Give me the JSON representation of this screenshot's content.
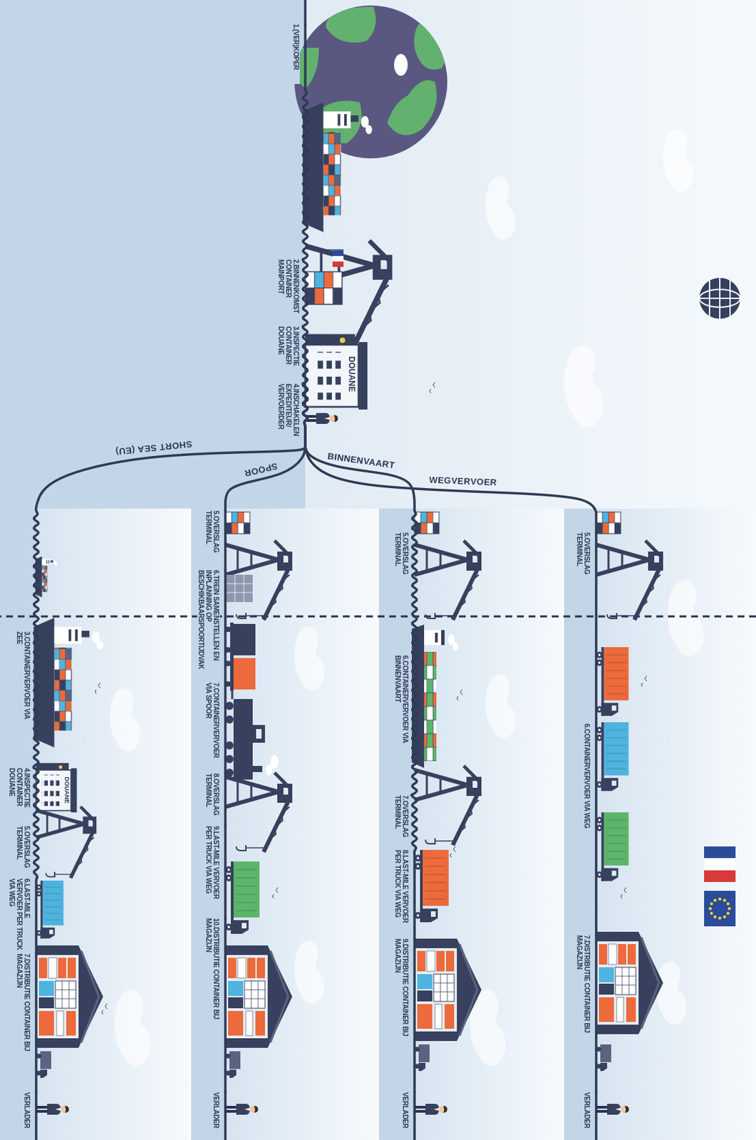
{
  "diagram": {
    "nodes": [
      {
        "text": [
          "1.(VER)KOPER"
        ]
      },
      {
        "text": [
          "2.BINNENKOMST CONTAINER MAINPORT"
        ]
      },
      {
        "text": [
          "3.INSPECTIE CONTAINER DOUANE"
        ]
      },
      {
        "text": [
          "4.INSCHAKELEN EXPEDITEUR/ VERVOERDER"
        ]
      },
      {
        "text": [
          "5.OVERSLAG TERMINAL"
        ]
      },
      {
        "text": [
          "6.CONTAINERVERVOER VIA WEG"
        ]
      },
      {
        "text": [
          "7.DISTRIBUTIE CONTAINER BIJ MAGAZIJN"
        ]
      },
      {
        "text": [
          "VERLADER"
        ]
      },
      {
        "text": [
          "5.OVERSLAG TERMINAL"
        ]
      },
      {
        "text": [
          "6.CONTAINERVERVOER VIA BINNENVAART"
        ]
      },
      {
        "text": [
          "7.OVERSLAG TERMINAL"
        ]
      },
      {
        "text": [
          "8.LAST-MILE VERVOER PER TRUCK VIA WEG"
        ]
      },
      {
        "text": [
          "9.DISTRIBUTIE CONTAINER BIJ MAGAZIJN"
        ]
      },
      {
        "text": [
          "VERLADER"
        ]
      },
      {
        "text": [
          "5.OVERSLAG TERMINAL"
        ]
      },
      {
        "text": [
          "6.TREIN SAMENSTELLEN EN INPLANNING OP BESCHIKBAARSPOORTIJDVAK"
        ]
      },
      {
        "text": [
          "7.CONTAINERVERVOER VIA SPOOR"
        ]
      },
      {
        "text": [
          "8.OVERSLAG TERMINAL"
        ]
      },
      {
        "text": [
          "9.LAST-MILE VERVOER PER TRUCK VIA WEG"
        ]
      },
      {
        "text": [
          "10.DISTRIBUTIE CONTAINER BIJ MAGAZIJN"
        ]
      },
      {
        "text": [
          "VERLADER"
        ]
      },
      {
        "text": [
          "3.CONTAINERVERVOER VIA ZEE"
        ]
      },
      {
        "text": [
          "4.INSPECTIE CONTAINER DOUANE"
        ]
      },
      {
        "text": [
          "5.OVERSLAG TERMINAL"
        ]
      },
      {
        "text": [
          "6.LAST-MILE VERVOER PER TRUCK VIA WEG"
        ]
      },
      {
        "text": [
          "7.DISTRIBUTIE CONTAINER BIJ MAGAZIJN"
        ]
      },
      {
        "text": [
          "VERLADER"
        ]
      }
    ],
    "edges": [
      {
        "from": 0,
        "to": 1,
        "arrow": "none"
      },
      {
        "from": 1,
        "to": 2,
        "arrow": "none"
      },
      {
        "from": 2,
        "to": 3,
        "arrow": "none"
      },
      {
        "from": 3,
        "to": 4,
        "label": "WEGVERVOER",
        "arrow": "none"
      },
      {
        "from": 3,
        "to": 8,
        "label": "BINNENVAART",
        "arrow": "none"
      },
      {
        "from": 3,
        "to": 14,
        "label": "SPOOR",
        "arrow": "none"
      },
      {
        "from": 3,
        "to": 21,
        "label": "SHORT SEA (EU)",
        "arrow": "none"
      },
      {
        "from": 4,
        "to": 5,
        "arrow": "none"
      },
      {
        "from": 5,
        "to": 6,
        "arrow": "none"
      },
      {
        "from": 6,
        "to": 7,
        "arrow": "none"
      },
      {
        "from": 8,
        "to": 9,
        "arrow": "none"
      },
      {
        "from": 9,
        "to": 10,
        "arrow": "none"
      },
      {
        "from": 10,
        "to": 11,
        "arrow": "none"
      },
      {
        "from": 11,
        "to": 12,
        "arrow": "none"
      },
      {
        "from": 12,
        "to": 13,
        "arrow": "none"
      },
      {
        "from": 14,
        "to": 15,
        "arrow": "none"
      },
      {
        "from": 15,
        "to": 16,
        "arrow": "none"
      },
      {
        "from": 16,
        "to": 17,
        "arrow": "none"
      },
      {
        "from": 17,
        "to": 18,
        "arrow": "none"
      },
      {
        "from": 18,
        "to": 19,
        "arrow": "none"
      },
      {
        "from": 19,
        "to": 20,
        "arrow": "none"
      },
      {
        "from": 21,
        "to": 22,
        "arrow": "none"
      },
      {
        "from": 22,
        "to": 23,
        "arrow": "none"
      },
      {
        "from": 23,
        "to": 24,
        "arrow": "none"
      },
      {
        "from": 24,
        "to": 25,
        "arrow": "none"
      },
      {
        "from": 25,
        "to": 26,
        "arrow": "none"
      }
    ],
    "labels": [
      "DOUANE",
      "DOUANE"
    ]
  }
}
